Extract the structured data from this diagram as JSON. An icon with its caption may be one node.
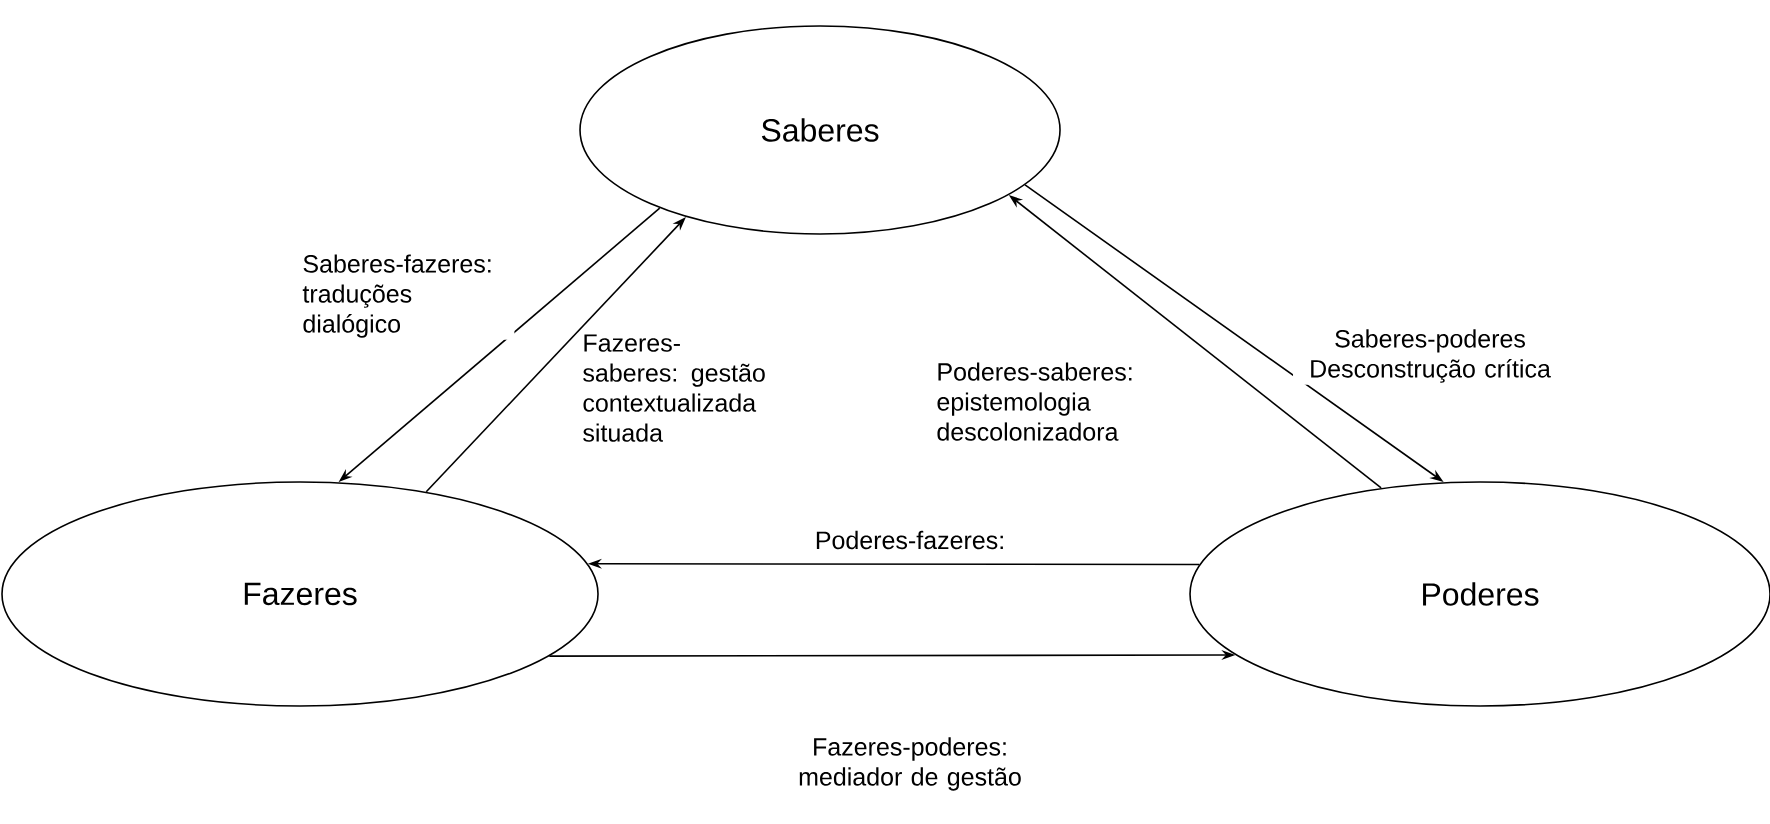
{
  "diagram": {
    "nodes": [
      {
        "text": [
          "Saberes"
        ]
      },
      {
        "text": [
          "Fazeres"
        ]
      },
      {
        "text": [
          "Poderes"
        ]
      }
    ],
    "edges": [
      {
        "from": 0,
        "to": 1,
        "arrow": "to",
        "label": "Saberes-fazeres: traduções dialógico"
      },
      {
        "from": 1,
        "to": 0,
        "arrow": "to",
        "label": "Fazeres-saberes: gestão contextualizada situada"
      },
      {
        "from": 2,
        "to": 0,
        "arrow": "to",
        "label": "Poderes-saberes: epistemologia descolonizadora"
      },
      {
        "from": 0,
        "to": 2,
        "arrow": "to",
        "label": "Saberes-poderes Desconstrução crítica"
      },
      {
        "from": 2,
        "to": 1,
        "arrow": "to",
        "label": "Poderes-fazeres:"
      },
      {
        "from": 1,
        "to": 2,
        "arrow": "to",
        "label": "Fazeres-poderes: mediador de gestão"
      }
    ]
  }
}
